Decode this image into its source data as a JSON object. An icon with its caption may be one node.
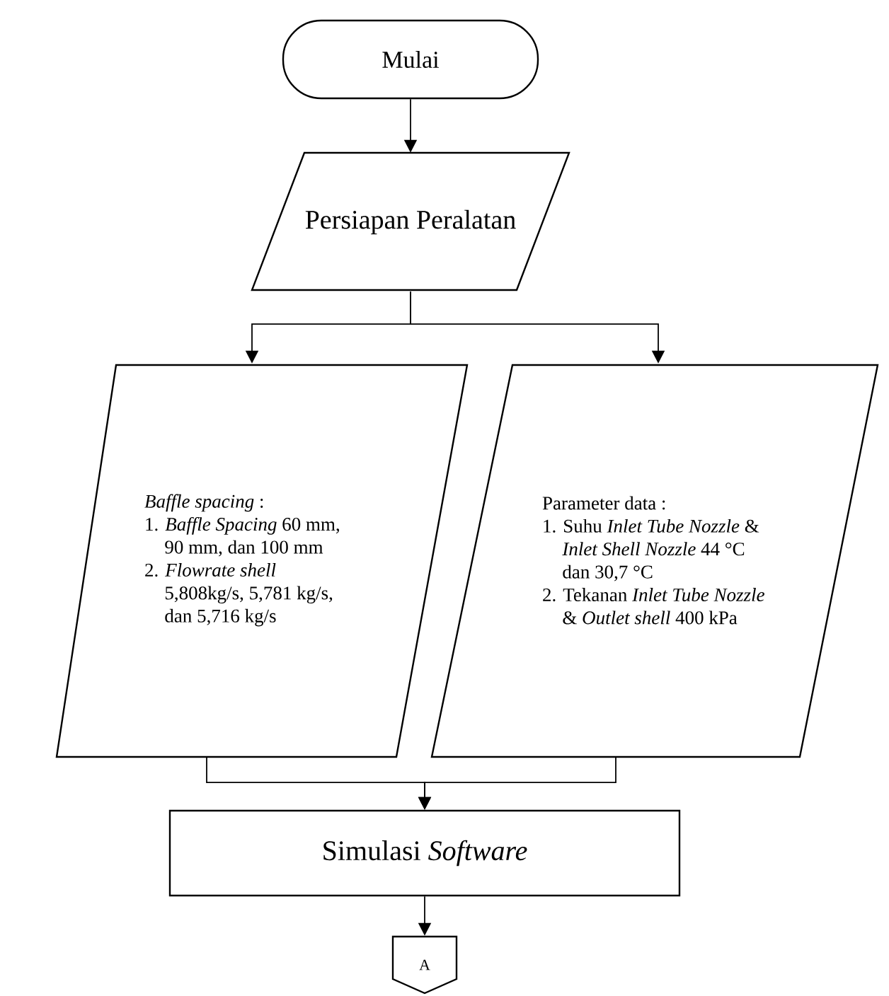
{
  "diagram": {
    "nodes": [
      {
        "text": [
          "Mulai"
        ]
      },
      {
        "text": [
          "Persiapan Peralatan"
        ]
      },
      {
        "text": [
          "*Baffle spacing* :",
          "1. *Baffle Spacing* 60 mm, 90 mm, dan 100 mm",
          "2. *Flowrate shell* 5,808kg/s, 5,781 kg/s, dan 5,716 kg/s"
        ]
      },
      {
        "text": [
          "Parameter data :",
          "1. Suhu *Inlet Tube Nozzle* & *Inlet Shell Nozzle* 44 °C dan 30,7 °C",
          "2. Tekanan *Inlet Tube Nozzle* & *Outlet shell* 400 kPa"
        ]
      },
      {
        "text": [
          "Simulasi *Software*"
        ]
      },
      {
        "text": [
          "A"
        ]
      }
    ],
    "edges": [
      {
        "from": 0,
        "to": 1,
        "arrow": "to"
      },
      {
        "from": 1,
        "to": 2,
        "arrow": "to"
      },
      {
        "from": 1,
        "to": 3,
        "arrow": "to"
      },
      {
        "from": 2,
        "to": 4,
        "arrow": "to"
      },
      {
        "from": 3,
        "to": 4,
        "arrow": "to"
      },
      {
        "from": 4,
        "to": 5,
        "arrow": "to"
      }
    ]
  }
}
